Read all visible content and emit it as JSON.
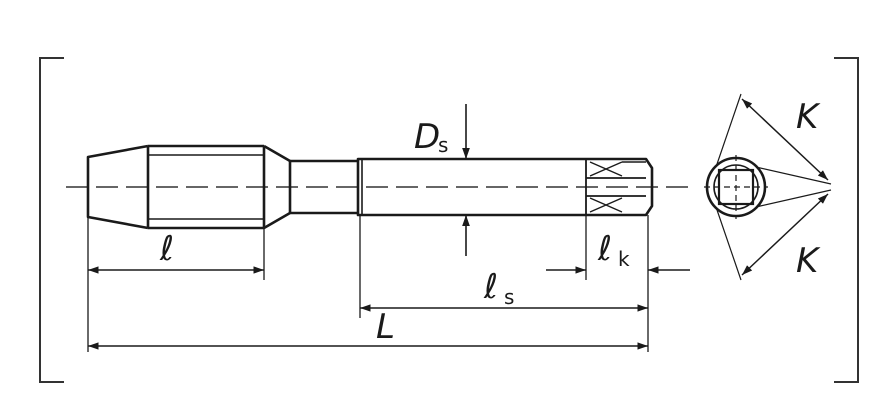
{
  "diagram": {
    "labels": {
      "ds_main": "D",
      "ds_sub": "s",
      "l_main": "ℓ",
      "ls_main": "ℓ",
      "ls_sub": "s",
      "lk_main": "ℓ",
      "lk_sub": "k",
      "L": "L",
      "K_top": "K",
      "K_bottom": "K"
    },
    "colors": {
      "line": "#1a1a1a",
      "center_line": "#333333",
      "background": "#ffffff"
    }
  }
}
